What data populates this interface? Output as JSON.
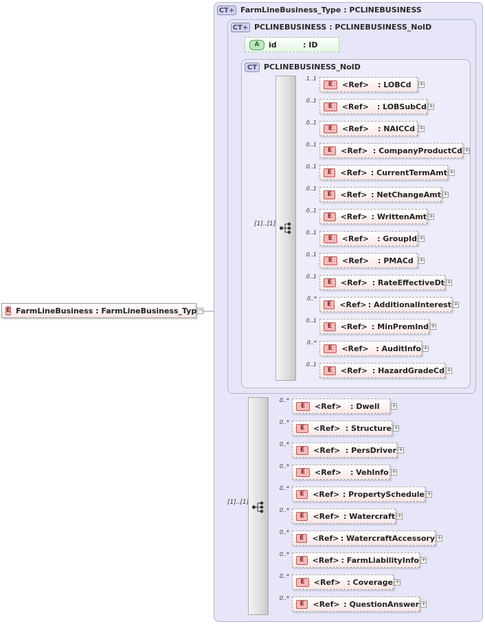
{
  "root": {
    "badge": "E",
    "name": "FarmLineBusiness",
    "type": "FarmLineBusiness_Type",
    "label": "FarmLineBusiness : FarmLineBusiness_Type",
    "expand": "−"
  },
  "outer_ct": {
    "badge": "CT",
    "title": "FarmLineBusiness_Type : PCLINEBUSINESS"
  },
  "mid_ct": {
    "badge": "CT",
    "title": "PCLINEBUSINESS : PCLINEBUSINESS_NoID"
  },
  "attribute": {
    "badge": "A",
    "name": "id",
    "type": ": ID"
  },
  "inner_ct": {
    "badge": "CT",
    "title": "PCLINEBUSINESS_NoID"
  },
  "seq1": {
    "occurs": "[1]..[1]"
  },
  "seq2": {
    "occurs": "[1]..[1]"
  },
  "group1": [
    {
      "card": "1..1",
      "badge": "E",
      "ref": "<Ref>",
      "name": ": LOBCd",
      "w": 143,
      "plus": "+"
    },
    {
      "card": "0..1",
      "badge": "E",
      "ref": "<Ref>",
      "name": ": LOBSubCd",
      "w": 157,
      "plus": "+"
    },
    {
      "card": "0..1",
      "badge": "E",
      "ref": "<Ref>",
      "name": ": NAICCd",
      "w": 143,
      "plus": "+"
    },
    {
      "card": "0..1",
      "badge": "E",
      "ref": "<Ref>",
      "name": ": CompanyProductCd",
      "w": 209,
      "plus": "+"
    },
    {
      "card": "0..1",
      "badge": "E",
      "ref": "<Ref>",
      "name": ": CurrentTermAmt",
      "w": 187,
      "plus": "+"
    },
    {
      "card": "0..1",
      "badge": "E",
      "ref": "<Ref>",
      "name": ": NetChangeAmt",
      "w": 178,
      "plus": "+"
    },
    {
      "card": "0..1",
      "badge": "E",
      "ref": "<Ref>",
      "name": ": WrittenAmt",
      "w": 157,
      "plus": "+"
    },
    {
      "card": "0..1",
      "badge": "E",
      "ref": "<Ref>",
      "name": ": GroupId",
      "w": 143,
      "plus": "+"
    },
    {
      "card": "0..1",
      "badge": "E",
      "ref": "<Ref>",
      "name": ": PMACd",
      "w": 143,
      "plus": "+"
    },
    {
      "card": "0..1",
      "badge": "E",
      "ref": "<Ref>",
      "name": ": RateEffectiveDt",
      "w": 183,
      "plus": "+"
    },
    {
      "card": "0..*",
      "badge": "E",
      "ref": "<Ref>",
      "name": ": AdditionalInterest",
      "w": 193,
      "plus": "+"
    },
    {
      "card": "0..1",
      "badge": "E",
      "ref": "<Ref>",
      "name": ": MinPremInd",
      "w": 160,
      "plus": "+"
    },
    {
      "card": "0..*",
      "badge": "E",
      "ref": "<Ref>",
      "name": ": AuditInfo",
      "w": 149,
      "plus": "+"
    },
    {
      "card": "0..1",
      "badge": "E",
      "ref": "<Ref>",
      "name": ": HazardGradeCd",
      "w": 183,
      "plus": "+"
    }
  ],
  "group2": [
    {
      "card": "0..*",
      "badge": "E",
      "ref": "<Ref>",
      "name": ": Dwell",
      "w": 143,
      "plus": "+"
    },
    {
      "card": "0..*",
      "badge": "E",
      "ref": "<Ref>",
      "name": ": Structure",
      "w": 146,
      "plus": "+"
    },
    {
      "card": "0..*",
      "badge": "E",
      "ref": "<Ref>",
      "name": ": PersDriver",
      "w": 153,
      "plus": "+"
    },
    {
      "card": "0..*",
      "badge": "E",
      "ref": "<Ref>",
      "name": ": VehInfo",
      "w": 143,
      "plus": "+"
    },
    {
      "card": "0..*",
      "badge": "E",
      "ref": "<Ref>",
      "name": ": PropertySchedule",
      "w": 194,
      "plus": "+"
    },
    {
      "card": "0..*",
      "badge": "E",
      "ref": "<Ref>",
      "name": ": Watercraft",
      "w": 151,
      "plus": "+"
    },
    {
      "card": "0..*",
      "badge": "E",
      "ref": "<Ref>",
      "name": ": WatercraftAccessory",
      "w": 209,
      "plus": "+"
    },
    {
      "card": "0..*",
      "badge": "E",
      "ref": "<Ref>",
      "name": ": FarmLiabilityInfo",
      "w": 186,
      "plus": "+"
    },
    {
      "card": "0..*",
      "badge": "E",
      "ref": "<Ref>",
      "name": ": Coverage",
      "w": 148,
      "plus": "+"
    },
    {
      "card": "0..*",
      "badge": "E",
      "ref": "<Ref>",
      "name": ": QuestionAnswer",
      "w": 186,
      "plus": "+"
    }
  ],
  "colors": {
    "ct_fill": "#e6e6f8",
    "ct_border": "#b4b4cc",
    "element_fill": "#fbe6e6",
    "element_badge": "#f6b8b8",
    "attribute_fill": "#e3f7e3",
    "line": "#8c8cb4"
  }
}
